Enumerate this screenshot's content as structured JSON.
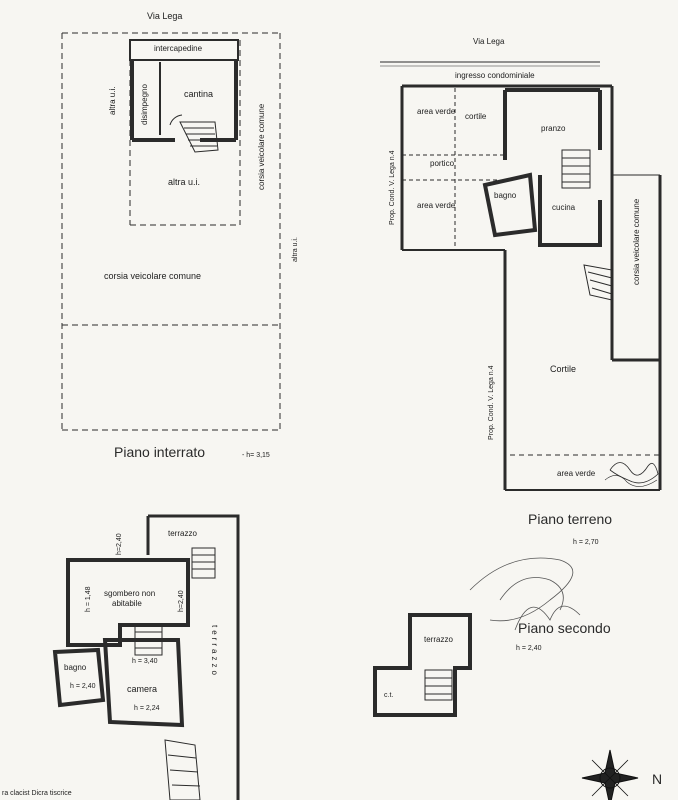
{
  "basement": {
    "street": "Via Lega",
    "intercapedine": "intercapedine",
    "cantina": "cantina",
    "disimpegno": "disimpegno",
    "altra_ui_left": "altra u.i.",
    "altra_ui_center": "altra u.i.",
    "altra_ui_right": "altra u.i.",
    "corsia_vert": "corsia veicolare comune",
    "corsia_horiz": "corsia veicolare comune",
    "title": "Piano interrato",
    "height": "- h= 3,15"
  },
  "ground": {
    "street": "Via Lega",
    "ingresso": "ingresso condominiale",
    "area_verde_1": "area verde",
    "cortile_small": "cortile",
    "pranzo": "pranzo",
    "portico": "portico",
    "bagno": "bagno",
    "cucina": "cucina",
    "area_verde_2": "area verde",
    "prop_upper": "Prop. Cond. V. Lega n.4",
    "prop_lower": "Prop. Cond. V. Lega n.4",
    "corsia": "corsia veicolare comune",
    "cortile_big": "Cortile",
    "area_verde_bottom": "area verde",
    "title": "Piano terreno",
    "height": "h = 2,70"
  },
  "first": {
    "terrazzo_top": "terrazzo",
    "h_240_a": "h=2,40",
    "h_240_b": "h=2,40",
    "h_148": "h = 1,48",
    "sgombero_1": "sgombero non",
    "sgombero_2": "abitabile",
    "bagno": "bagno",
    "h_340": "h = 3,40",
    "h_240_bagno": "h = 2,40",
    "camera": "camera",
    "h_224": "h = 2,24",
    "terrazzo_side": "terrazzo"
  },
  "second": {
    "terrazzo": "terrazzo",
    "ct": "c.t.",
    "title": "Piano secondo",
    "height": "h = 2,40"
  },
  "compass": {
    "label": "N"
  },
  "bottom_text": "ra clacist Dicra tiscrice"
}
